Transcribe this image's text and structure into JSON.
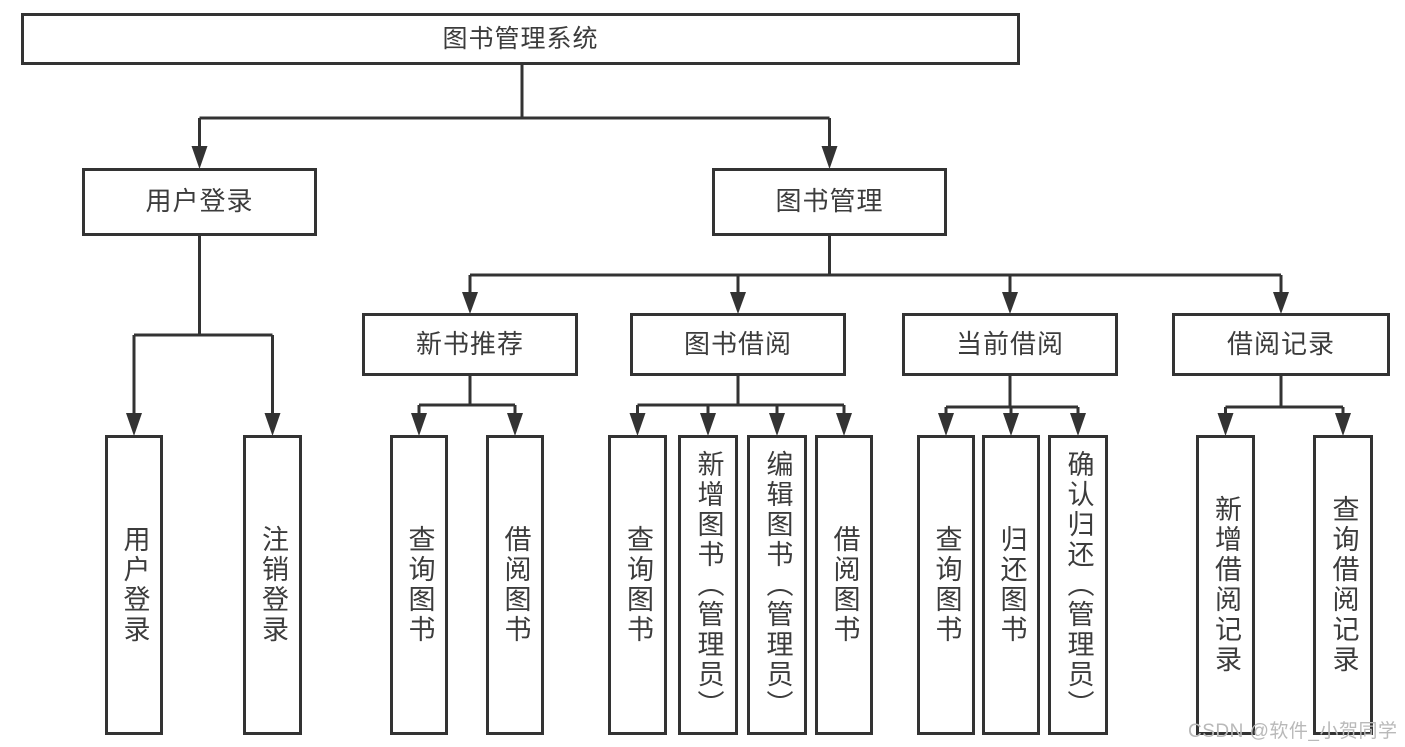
{
  "diagram": {
    "watermark": "CSDN @软件_小贺同学",
    "colors": {
      "line": "#333333",
      "text": "#3c3c3c",
      "watermark": "#b9b9b9",
      "background": "#ffffff"
    },
    "tree": {
      "label": "图书管理系统",
      "children": [
        {
          "label": "用户登录",
          "children": [
            {
              "label": "用户登录"
            },
            {
              "label": "注销登录"
            }
          ]
        },
        {
          "label": "图书管理",
          "children": [
            {
              "label": "新书推荐",
              "children": [
                {
                  "label": "查询图书"
                },
                {
                  "label": "借阅图书"
                }
              ]
            },
            {
              "label": "图书借阅",
              "children": [
                {
                  "label": "查询图书"
                },
                {
                  "label": "新增图书（管理员）"
                },
                {
                  "label": "编辑图书（管理员）"
                },
                {
                  "label": "借阅图书"
                }
              ]
            },
            {
              "label": "当前借阅",
              "children": [
                {
                  "label": "查询图书"
                },
                {
                  "label": "归还图书"
                },
                {
                  "label": "确认归还（管理员）"
                }
              ]
            },
            {
              "label": "借阅记录",
              "children": [
                {
                  "label": "新增借阅记录"
                },
                {
                  "label": "查询借阅记录"
                }
              ]
            }
          ]
        }
      ]
    }
  }
}
